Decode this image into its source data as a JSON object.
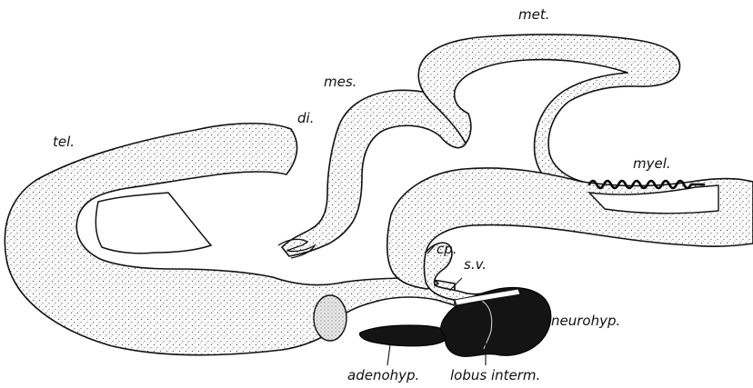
{
  "labels": {
    "tel": "tel.",
    "di": "di.",
    "mes": "mes.",
    "met": "met.",
    "myel": "myel.",
    "cp": "cp.",
    "sv": "s.v.",
    "neurohyp": "neurohyp.",
    "adenohyp": "adenohyp.",
    "lobus_interm": "lobus interm."
  },
  "colors": {
    "tissue_dots": "#555555",
    "outline": "#111111",
    "dark_lobe": "#141414",
    "background": "#ffffff"
  }
}
